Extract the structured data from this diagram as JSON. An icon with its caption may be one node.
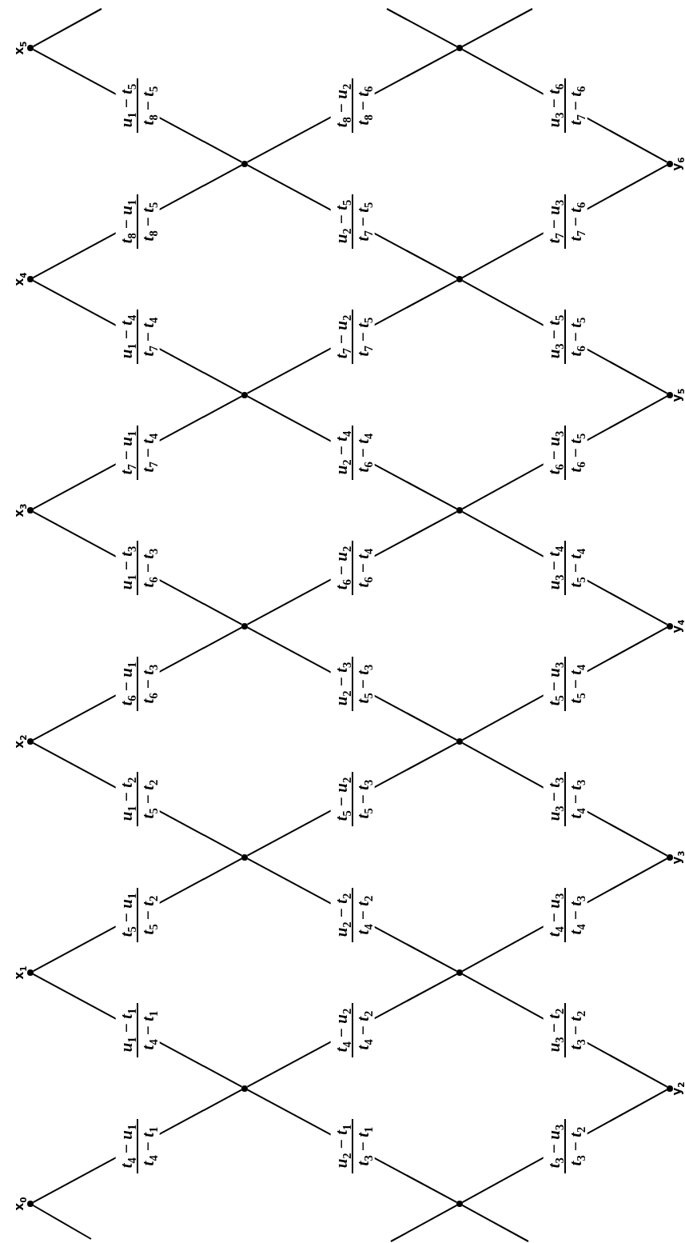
{
  "diagram": {
    "nodes": [
      {
        "text": [
          "x$_{0}$"
        ]
      },
      {
        "text": [
          "x$_{1}$"
        ]
      },
      {
        "text": [
          "x$_{2}$"
        ]
      },
      {
        "text": [
          "x$_{3}$"
        ]
      },
      {
        "text": [
          "x$_{4}$"
        ]
      },
      {
        "text": [
          "x$_{5}$"
        ]
      },
      {
        "text": [],
        "shape": "circle"
      },
      {
        "text": [],
        "shape": "circle"
      },
      {
        "text": [],
        "shape": "circle"
      },
      {
        "text": [],
        "shape": "circle"
      },
      {
        "text": [],
        "shape": "circle"
      },
      {
        "text": [],
        "shape": "circle"
      },
      {
        "text": [],
        "shape": "circle"
      },
      {
        "text": [],
        "shape": "circle"
      },
      {
        "text": [],
        "shape": "circle"
      },
      {
        "text": [],
        "shape": "circle"
      },
      {
        "text": [],
        "shape": "circle"
      },
      {
        "text": [
          "y$_{2}$"
        ]
      },
      {
        "text": [
          "y$_{3}$"
        ]
      },
      {
        "text": [
          "y$_{4}$"
        ]
      },
      {
        "text": [
          "y$_{5}$"
        ]
      },
      {
        "text": [
          "y$_{6}$"
        ]
      }
    ],
    "edges": [
      {
        "from": 5,
        "to": null,
        "arrow": "none"
      },
      {
        "from": 5,
        "to": 10,
        "arrow": "none",
        "label": "*u*$_{1}$ − *t*$_{5}$ *t*$_{8}$ − *t*$_{5}$"
      },
      {
        "from": 4,
        "to": 10,
        "arrow": "none",
        "label": "*t*$_{8}$ − *u*$_{1}$ *t*$_{8}$ − *t*$_{5}$"
      },
      {
        "from": 4,
        "to": 9,
        "arrow": "none",
        "label": "*u*$_{1}$ − *t*$_{4}$ *t*$_{7}$ − *t*$_{4}$"
      },
      {
        "from": 3,
        "to": 9,
        "arrow": "none",
        "label": "*t*$_{7}$ − *u*$_{1}$ *t*$_{7}$ − *t*$_{4}$"
      },
      {
        "from": 3,
        "to": 8,
        "arrow": "none",
        "label": "*u*$_{1}$ − *t*$_{3}$ *t*$_{6}$ − *t*$_{3}$"
      },
      {
        "from": 2,
        "to": 8,
        "arrow": "none",
        "label": "*t*$_{6}$ − *u*$_{1}$ *t*$_{6}$ − *t*$_{3}$"
      },
      {
        "from": 2,
        "to": 7,
        "arrow": "none",
        "label": "*u*$_{1}$ − *t*$_{2}$ *t*$_{5}$ − *t*$_{2}$"
      },
      {
        "from": 1,
        "to": 7,
        "arrow": "none",
        "label": "*t*$_{5}$ − *u*$_{1}$ *t*$_{5}$ − *t*$_{2}$"
      },
      {
        "from": 1,
        "to": 6,
        "arrow": "none",
        "label": "*u*$_{1}$ − *t*$_{1}$ *t*$_{4}$ − *t*$_{1}$"
      },
      {
        "from": 0,
        "to": 6,
        "arrow": "none",
        "label": "*t*$_{4}$ − *u*$_{1}$ *t*$_{4}$ − *t*$_{1}$"
      },
      {
        "from": 0,
        "to": null,
        "arrow": "none"
      },
      {
        "from": 10,
        "to": 16,
        "arrow": "none",
        "label": "*t*$_{8}$ − *u*$_{2}$ *t*$_{8}$ − *t*$_{6}$"
      },
      {
        "from": 10,
        "to": 15,
        "arrow": "none",
        "label": "*u*$_{2}$ − *t*$_{5}$ *t*$_{7}$ − *t*$_{5}$"
      },
      {
        "from": 9,
        "to": 15,
        "arrow": "none",
        "label": "*t*$_{7}$ − *u*$_{2}$ *t*$_{7}$ − *t*$_{5}$"
      },
      {
        "from": 9,
        "to": 14,
        "arrow": "none",
        "label": "*u*$_{2}$ − *t*$_{4}$ *t*$_{6}$ − *t*$_{4}$"
      },
      {
        "from": 8,
        "to": 14,
        "arrow": "none",
        "label": "*t*$_{6}$ − *u*$_{2}$ *t*$_{6}$ − *t*$_{4}$"
      },
      {
        "from": 8,
        "to": 13,
        "arrow": "none",
        "label": "*u*$_{2}$ − *t*$_{3}$ *t*$_{5}$ − *t*$_{3}$"
      },
      {
        "from": 7,
        "to": 13,
        "arrow": "none",
        "label": "*t*$_{5}$ − *u*$_{2}$ *t*$_{5}$ − *t*$_{3}$"
      },
      {
        "from": 7,
        "to": 12,
        "arrow": "none",
        "label": "*u*$_{2}$ − *t*$_{2}$ *t*$_{4}$ − *t*$_{2}$"
      },
      {
        "from": 6,
        "to": 12,
        "arrow": "none",
        "label": "*t*$_{4}$ − *u*$_{2}$ *t*$_{4}$ − *t*$_{2}$"
      },
      {
        "from": 6,
        "to": 11,
        "arrow": "none",
        "label": "*u*$_{2}$ − *t*$_{1}$ *t*$_{3}$ − *t*$_{1}$"
      },
      {
        "from": 16,
        "to": null,
        "arrow": "none"
      },
      {
        "from": 16,
        "to": null,
        "arrow": "none"
      },
      {
        "from": 16,
        "to": 21,
        "arrow": "none",
        "label": "*u*$_{3}$ − *t*$_{6}$ *t*$_{7}$ − *t*$_{6}$"
      },
      {
        "from": 15,
        "to": 21,
        "arrow": "none",
        "label": "*t*$_{7}$ − *u*$_{3}$ *t*$_{7}$ − *t*$_{6}$"
      },
      {
        "from": 15,
        "to": 20,
        "arrow": "none",
        "label": "*u*$_{3}$ − *t*$_{5}$ *t*$_{6}$ − *t*$_{5}$"
      },
      {
        "from": 14,
        "to": 20,
        "arrow": "none",
        "label": "*t*$_{6}$ − *u*$_{3}$ *t*$_{6}$ − *t*$_{5}$"
      },
      {
        "from": 14,
        "to": 19,
        "arrow": "none",
        "label": "*u*$_{3}$ − *t*$_{4}$ *t*$_{5}$ − *t*$_{4}$"
      },
      {
        "from": 13,
        "to": 19,
        "arrow": "none",
        "label": "*t*$_{5}$ − *u*$_{3}$ *t*$_{5}$ − *t*$_{4}$"
      },
      {
        "from": 13,
        "to": 18,
        "arrow": "none",
        "label": "*u*$_{3}$ − *t*$_{3}$ *t*$_{4}$ − *t*$_{3}$"
      },
      {
        "from": 12,
        "to": 18,
        "arrow": "none",
        "label": "*t*$_{4}$ − *u*$_{3}$ *t*$_{4}$ − *t*$_{3}$"
      },
      {
        "from": 12,
        "to": 17,
        "arrow": "none",
        "label": "*u*$_{3}$ − *t*$_{2}$ *t*$_{3}$ − *t*$_{2}$"
      },
      {
        "from": 11,
        "to": 17,
        "arrow": "none",
        "label": "*t*$_{3}$ − *u*$_{3}$ *t*$_{3}$ − *t*$_{2}$"
      },
      {
        "from": 11,
        "to": null,
        "arrow": "none"
      },
      {
        "from": 11,
        "to": null,
        "arrow": "none"
      }
    ]
  }
}
